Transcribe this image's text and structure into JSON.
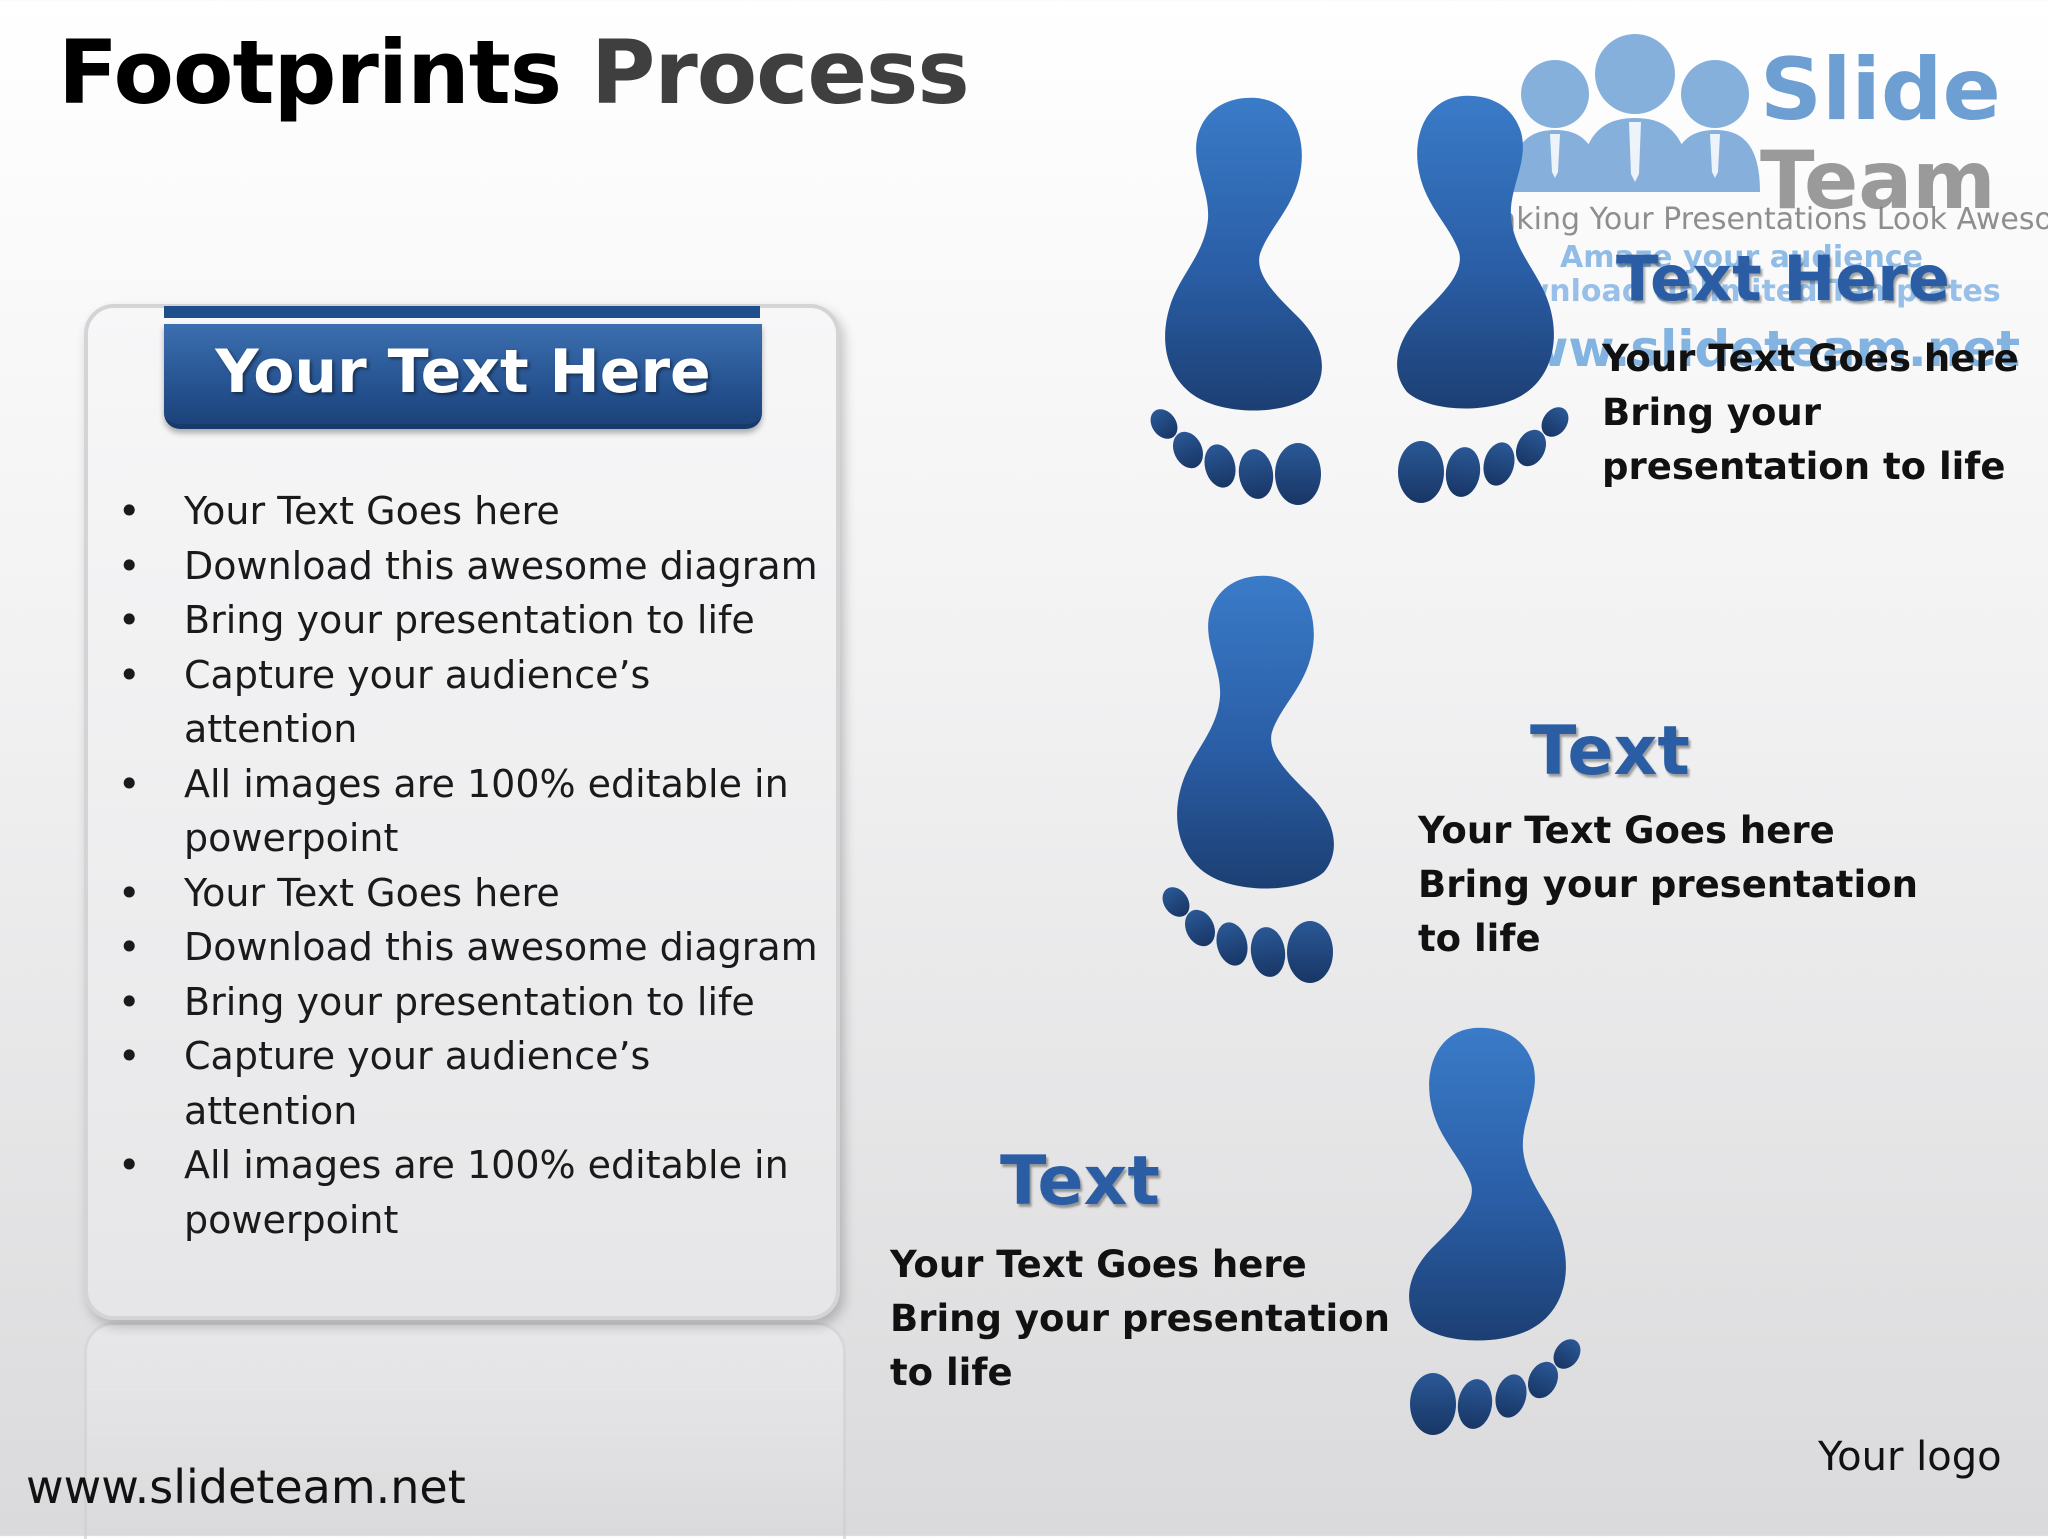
{
  "title": {
    "part1": "Footprints",
    "part2": "Process"
  },
  "panel": {
    "header": "Your Text Here",
    "bullets": [
      [
        "Your Text Goes here"
      ],
      [
        "Download this awesome diagram"
      ],
      [
        "Bring your presentation to life"
      ],
      [
        "Capture your audience’s",
        "attention"
      ],
      [
        "All images are 100% editable in",
        "powerpoint"
      ],
      [
        "Your Text Goes here"
      ],
      [
        "Download this awesome diagram"
      ],
      [
        "Bring your presentation to life"
      ],
      [
        "Capture your audience’s",
        "attention"
      ],
      [
        "All images are 100% editable in",
        "powerpoint"
      ]
    ],
    "bullet_symbol": "•"
  },
  "steps": [
    {
      "heading": "Text Here",
      "lines": [
        "Your Text Goes here",
        "Bring your",
        "presentation to life"
      ]
    },
    {
      "heading": "Text",
      "lines": [
        "Your Text Goes here",
        "Bring your presentation",
        "to life"
      ]
    },
    {
      "heading": "Text",
      "lines": [
        "Your Text Goes here",
        "Bring your presentation",
        "to life"
      ]
    }
  ],
  "watermark": {
    "brand_line1": "Slide",
    "brand_line2": "Team",
    "tagline": "Making Your Presentations Look Awesome",
    "promo1": "Amaze your audience",
    "promo2": "Download Unlimited Templates",
    "url": "www.slideteam.net"
  },
  "footer": {
    "url": "www.slideteam.net",
    "logo_placeholder": "Your logo"
  },
  "colors": {
    "foot_light": "#3a7bc8",
    "foot_dark": "#1c3f73",
    "header_blue": "#234f8c",
    "heading_blue": "#2a5da3"
  }
}
